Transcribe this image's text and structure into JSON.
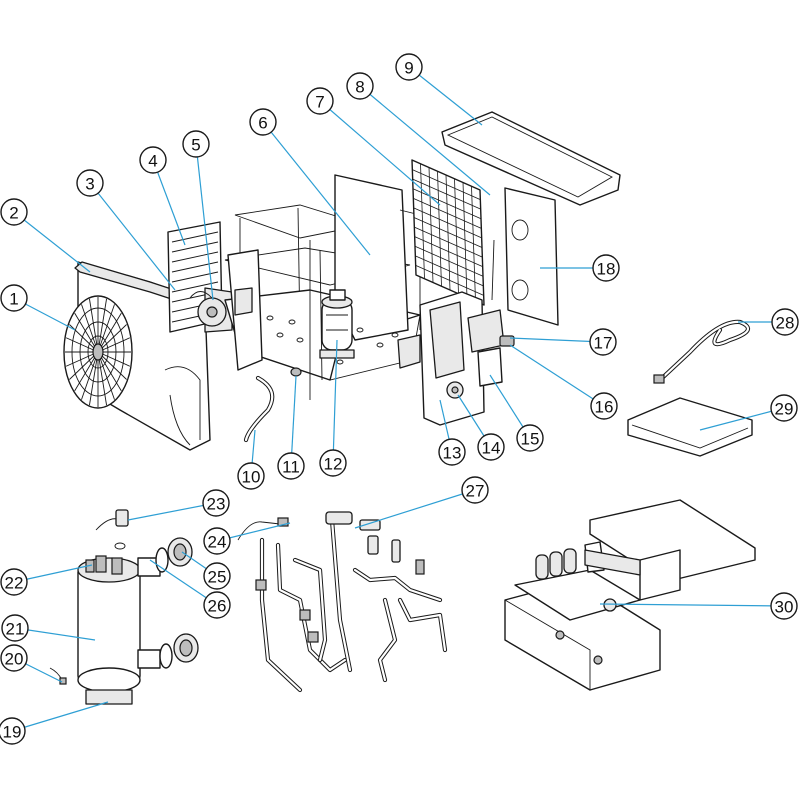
{
  "callouts": [
    {
      "label": "1"
    },
    {
      "label": "2"
    },
    {
      "label": "3"
    },
    {
      "label": "4"
    },
    {
      "label": "5"
    },
    {
      "label": "6"
    },
    {
      "label": "7"
    },
    {
      "label": "8"
    },
    {
      "label": "9"
    },
    {
      "label": "10"
    },
    {
      "label": "11"
    },
    {
      "label": "12"
    },
    {
      "label": "13"
    },
    {
      "label": "14"
    },
    {
      "label": "15"
    },
    {
      "label": "16"
    },
    {
      "label": "17"
    },
    {
      "label": "18"
    },
    {
      "label": "19"
    },
    {
      "label": "20"
    },
    {
      "label": "21"
    },
    {
      "label": "22"
    },
    {
      "label": "23"
    },
    {
      "label": "24"
    },
    {
      "label": "25"
    },
    {
      "label": "26"
    },
    {
      "label": "27"
    },
    {
      "label": "28"
    },
    {
      "label": "29"
    },
    {
      "label": "30"
    }
  ],
  "colors": {
    "leader_line": "#2e9fd4",
    "outline": "#1a1a1a",
    "background": "#ffffff"
  }
}
